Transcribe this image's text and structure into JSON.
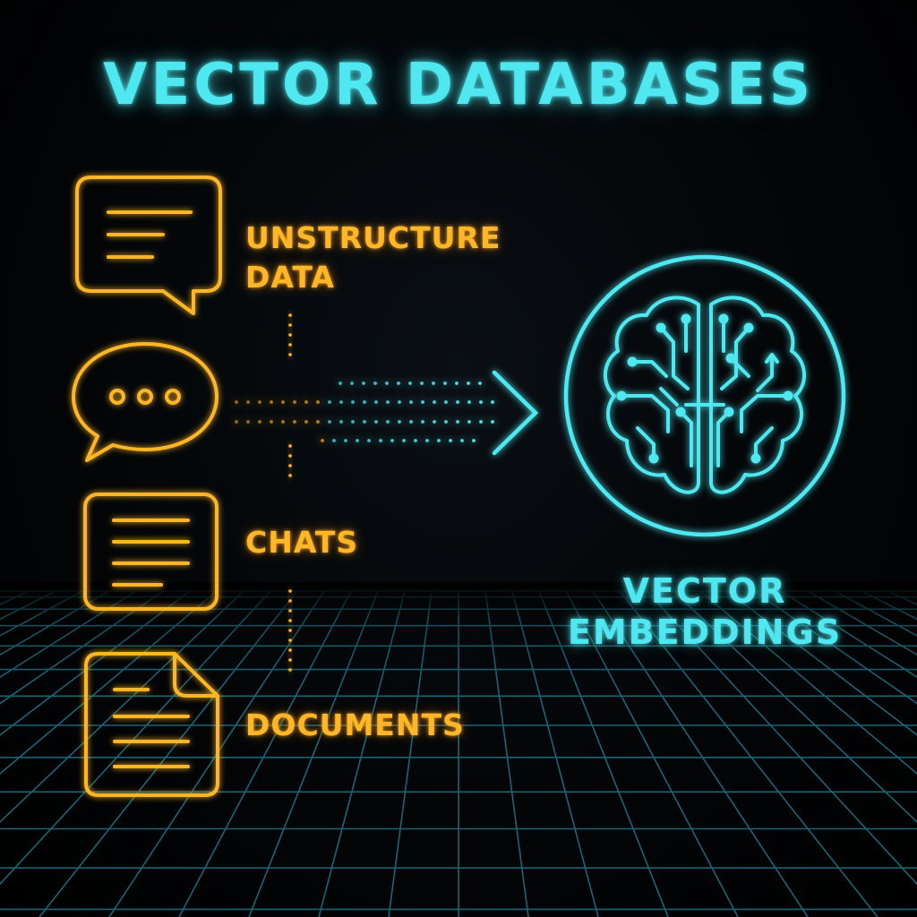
{
  "title": "VECTOR DATABASES",
  "sources": [
    {
      "label_lines": [
        "UNSTRUCTURE",
        "DATA"
      ],
      "icon": "speech-bubble-text-icon"
    },
    {
      "label_lines": [],
      "icon": "speech-bubble-dots-icon"
    },
    {
      "label_lines": [
        "CHATS"
      ],
      "icon": "text-panel-icon"
    },
    {
      "label_lines": [
        "DOCUMENTS"
      ],
      "icon": "document-icon"
    }
  ],
  "target": {
    "label_lines": [
      "VECTOR",
      "EMBEDDINGS"
    ],
    "icon": "brain-icon"
  },
  "colors": {
    "background": "#000000",
    "cyan": "#4fe8f0",
    "orange": "#ffb627",
    "grid": "#1f6f80"
  }
}
